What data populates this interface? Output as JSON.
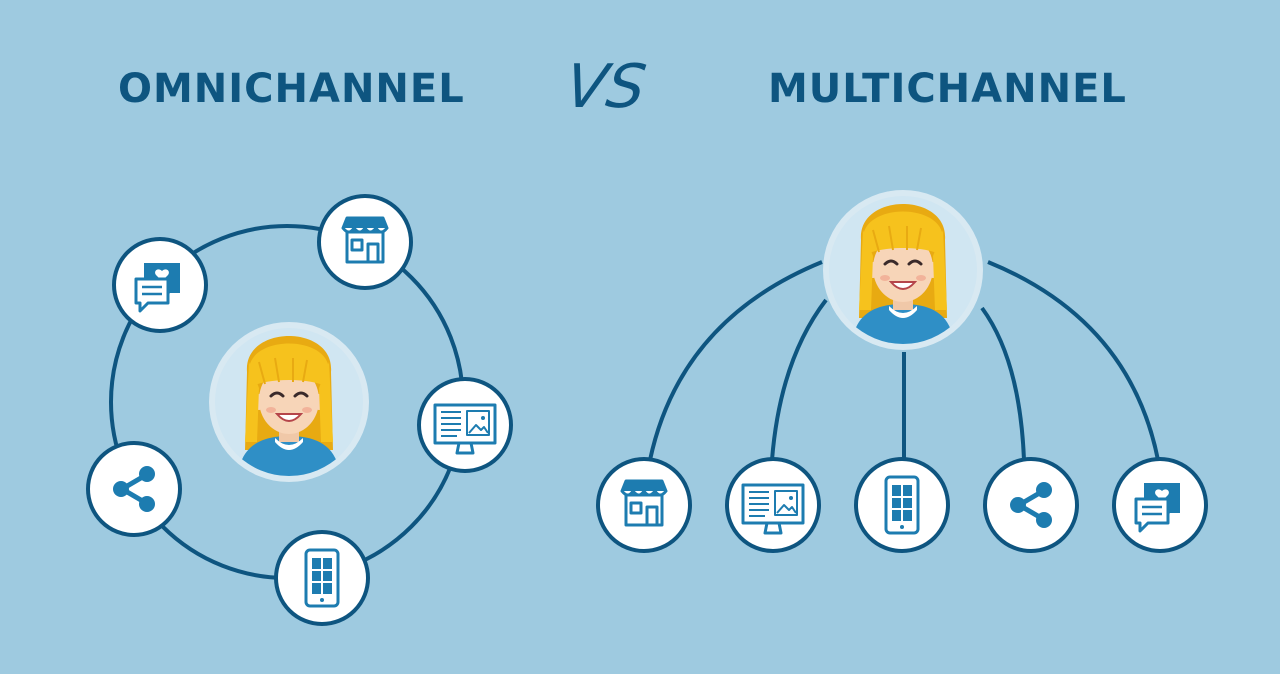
{
  "colors": {
    "background": "#9ecae0",
    "navy": "#0e5580",
    "icon_blue": "#1d7cb0",
    "white": "#ffffff",
    "hair": "#f6c21d",
    "hair_shade": "#e8aa12",
    "skin": "#f7d5b8",
    "shirt": "#2f8fc6",
    "avatar_ring": "#d8e9f2",
    "avatar_bg": "#d0e6f2"
  },
  "titles": {
    "omnichannel": "OMNICHANNEL",
    "vs": "VS",
    "multichannel": "MULTICHANNEL"
  },
  "omnichannel": {
    "center": "customer-avatar",
    "channels": [
      "store-icon",
      "website-icon",
      "mobile-icon",
      "share-icon",
      "chat-icon"
    ]
  },
  "multichannel": {
    "center": "customer-avatar",
    "channels": [
      "store-icon",
      "website-icon",
      "mobile-icon",
      "share-icon",
      "chat-icon"
    ]
  }
}
